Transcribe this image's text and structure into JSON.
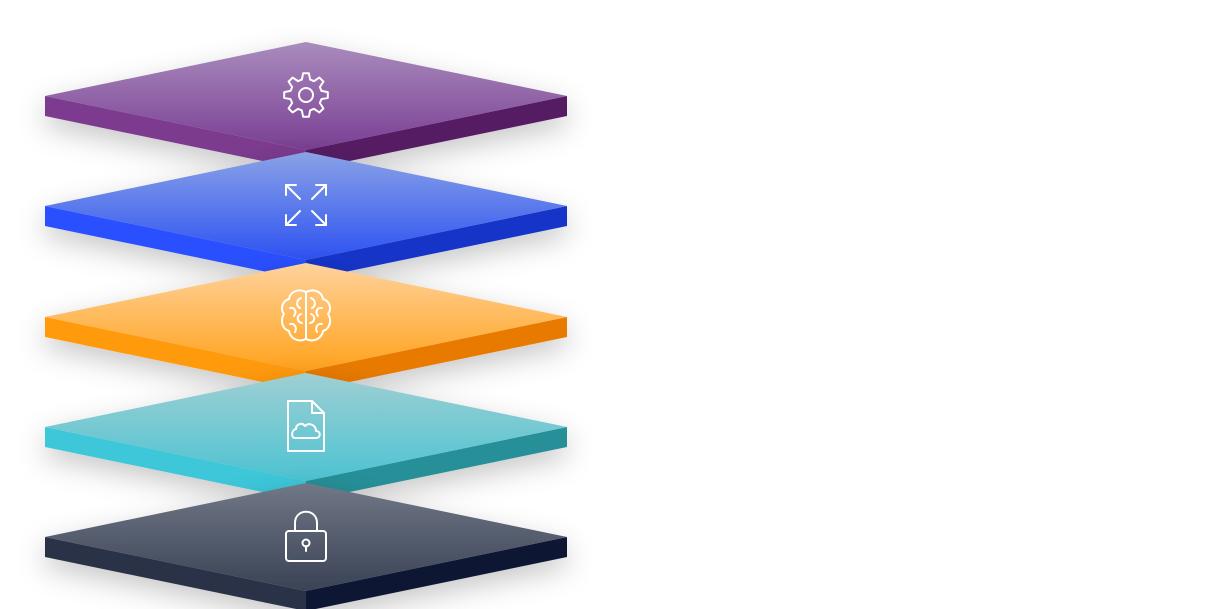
{
  "layers": [
    {
      "id": "settings",
      "icon": "gear-icon",
      "top_light": "#a98cbd",
      "top_dark": "#7a3e93",
      "side_left": "#7c3b8f",
      "side_right": "#561a63"
    },
    {
      "id": "scale",
      "icon": "expand-arrows-icon",
      "top_light": "#8aa2e6",
      "top_dark": "#2d52f2",
      "side_left": "#2a50ff",
      "side_right": "#1535c8"
    },
    {
      "id": "intelligence",
      "icon": "brain-icon",
      "top_light": "#ffd29c",
      "top_dark": "#ffa21c",
      "side_left": "#ff9a08",
      "side_right": "#e87a00"
    },
    {
      "id": "cloud-documents",
      "icon": "cloud-document-icon",
      "top_light": "#9fcfd3",
      "top_dark": "#4cc3d2",
      "side_left": "#3ec7d9",
      "side_right": "#278f98"
    },
    {
      "id": "security",
      "icon": "padlock-icon",
      "top_light": "#717887",
      "top_dark": "#3a4255",
      "side_left": "#2c3247",
      "side_right": "#0f1633"
    }
  ]
}
